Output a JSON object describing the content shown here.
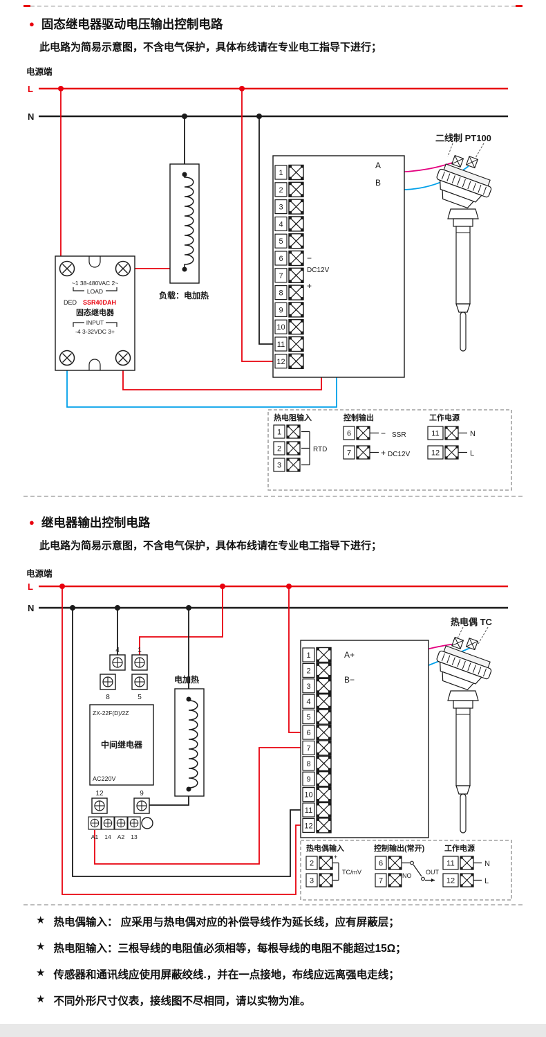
{
  "colors": {
    "wire_red": "#e8000d",
    "wire_blue": "#00a0e9",
    "wire_magenta": "#e4007f",
    "bullet_red": "#e8000d",
    "model_red": "#e8000d",
    "ink": "#1a1a1a"
  },
  "terminals_12": [
    "1",
    "2",
    "3",
    "4",
    "5",
    "6",
    "7",
    "8",
    "9",
    "10",
    "11",
    "12"
  ],
  "section1": {
    "bullet": "●",
    "title": "固态继电器驱动电压输出控制电路",
    "subtitle": "此电路为简易示意图，不含电气保护，具体布线请在专业电工指导下进行；",
    "power_label": "电源端",
    "l": "L",
    "n": "N",
    "ssr": {
      "top_row": "~1  38-480VAC  2~",
      "load_bracket": "LOAD",
      "ded": "DED",
      "model": "SSR40DAH",
      "name": "固态继电器",
      "input_bracket": "INPUT",
      "bottom_row": "-4  3-32VDC  3+"
    },
    "load_label": "负载：电加热",
    "sensor_label": "二线制 PT100",
    "wire_labels": {
      "a": "A",
      "b": "B",
      "minus": "−",
      "dc": "DC12V",
      "plus": "+"
    },
    "legend": {
      "rtd": {
        "title": "热电阻输入",
        "terminals": [
          "1",
          "2",
          "3"
        ],
        "label": "RTD"
      },
      "out": {
        "title": "控制输出",
        "terminals": [
          "6",
          "7"
        ],
        "minus": "−",
        "plus": "+",
        "line1": "SSR",
        "line2": "DC12V"
      },
      "pwr": {
        "title": "工作电源",
        "terminals": [
          "11",
          "12"
        ],
        "n": "N",
        "l": "L"
      }
    }
  },
  "section2": {
    "bullet": "●",
    "title": "继电器输出控制电路",
    "subtitle": "此电路为简易示意图，不含电气保护，具体布线请在专业电工指导下进行；",
    "power_label": "电源端",
    "l": "L",
    "n": "N",
    "relay": {
      "t4": "4",
      "t1": "1",
      "t8": "8",
      "t5": "5",
      "t12": "12",
      "t9": "9",
      "model": "ZX-22F(D)/2Z",
      "name": "中间继电器",
      "voltage": "AC220V",
      "bottom": [
        "A1",
        "14",
        "A2",
        "13"
      ]
    },
    "heater_label": "电加热",
    "sensor_label": "热电偶 TC",
    "wire_labels": {
      "a": "A+",
      "b": "B−"
    },
    "legend": {
      "tc": {
        "title": "热电偶输入",
        "terminals": [
          "2",
          "3"
        ],
        "plus": "+",
        "label": "TC/mV"
      },
      "out": {
        "title": "控制输出(常开)",
        "terminals": [
          "6",
          "7"
        ],
        "no": "NO",
        "out": "OUT"
      },
      "pwr": {
        "title": "工作电源",
        "terminals": [
          "11",
          "12"
        ],
        "n": "N",
        "l": "L"
      }
    }
  },
  "footnote_star": "★",
  "footnotes": [
    "热电偶输入： 应采用与热电偶对应的补偿导线作为延长线，应有屏蔽层；",
    "热电阻输入：三根导线的电阻值必须相等，每根导线的电阻不能超过15Ω；",
    "传感器和通讯线应使用屏蔽绞线.，并在一点接地，布线应远离强电走线；",
    "不同外形尺寸仪表，接线图不尽相同，请以实物为准。"
  ]
}
